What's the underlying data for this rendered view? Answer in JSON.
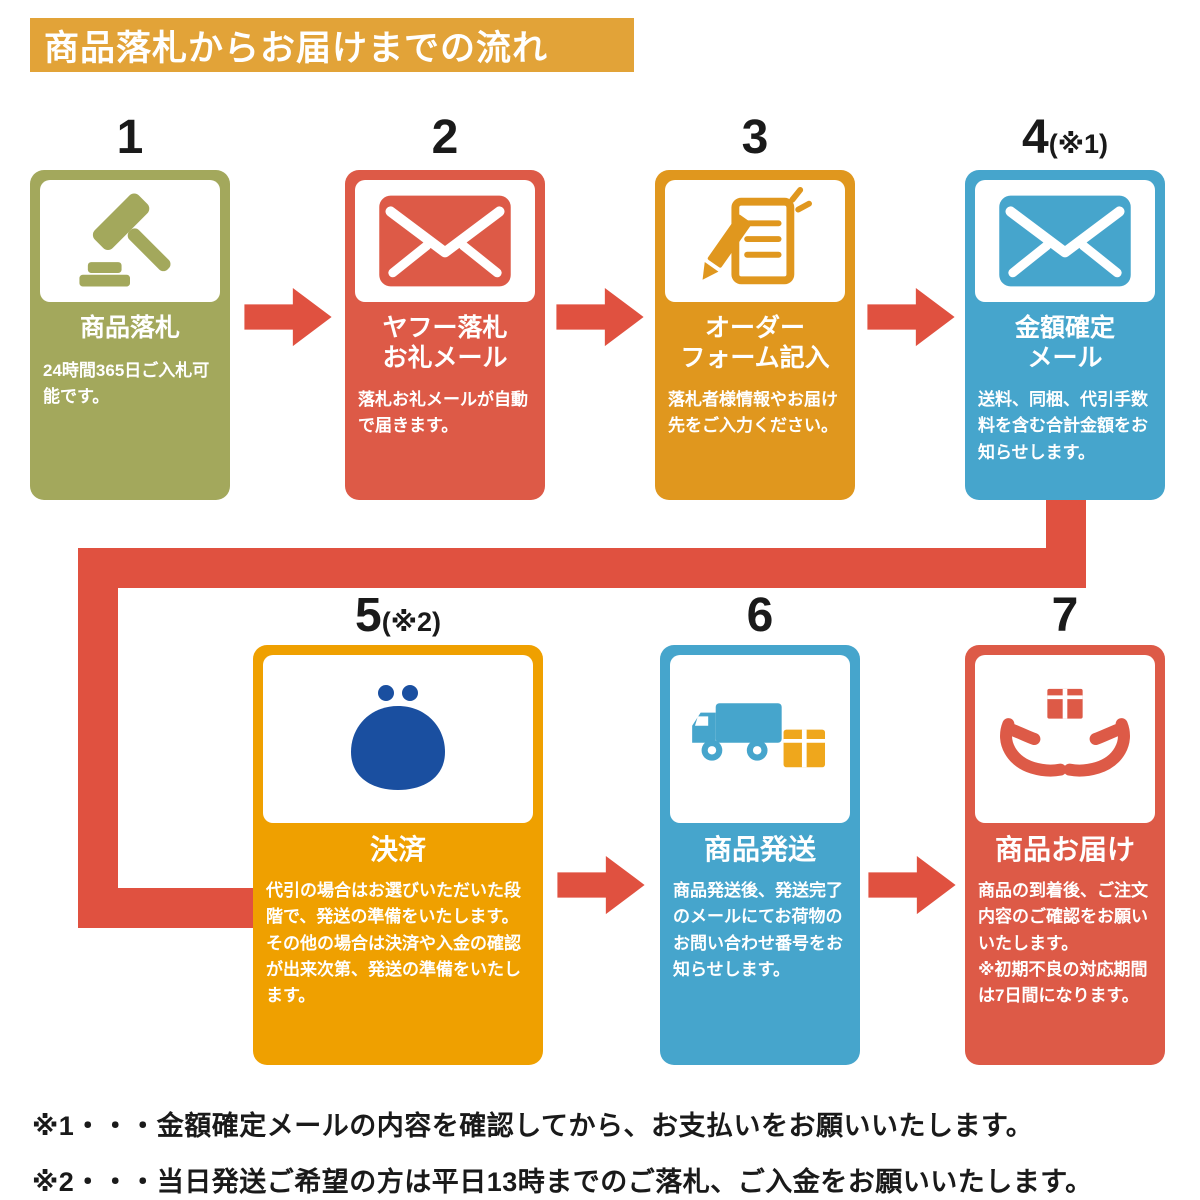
{
  "header": {
    "title": "商品落札からお届けまでの流れ"
  },
  "steps": [
    {
      "number": "1",
      "suffix": "",
      "icon": "auction-hammer-icon",
      "title": "商品落札",
      "desc": "24時間365日ご入札可能です。"
    },
    {
      "number": "2",
      "suffix": "",
      "icon": "thanks-mail-icon",
      "title": "ヤフー落札\nお礼メール",
      "desc": "落札お礼メールが自動で届きます。"
    },
    {
      "number": "3",
      "suffix": "",
      "icon": "order-form-icon",
      "title": "オーダー\nフォーム記入",
      "desc": "落札者様情報やお届け先をご入力ください。"
    },
    {
      "number": "4",
      "suffix": "(※1)",
      "icon": "price-mail-icon",
      "title": "金額確定\nメール",
      "desc": "送料、同梱、代引手数料を含む合計金額をお知らせします。"
    },
    {
      "number": "5",
      "suffix": "(※2)",
      "icon": "payment-purse-icon",
      "title": "決済",
      "desc": "代引の場合はお選びいただいた段階で、発送の準備をいたします。\nその他の場合は決済や入金の確認が出来次第、発送の準備をいたします。"
    },
    {
      "number": "6",
      "suffix": "",
      "icon": "shipping-truck-icon",
      "title": "商品発送",
      "desc": "商品発送後、発送完了のメールにてお荷物のお問い合わせ番号をお知らせします。"
    },
    {
      "number": "7",
      "suffix": "",
      "icon": "delivery-hands-icon",
      "title": "商品お届け",
      "desc": "商品の到着後、ご注文内容のご確認をお願いいたします。\n※初期不良の対応期間は7日間になります。"
    }
  ],
  "notes": [
    "※1・・・金額確定メールの内容を確認してから、お支払いをお願いいたします。",
    "※2・・・当日発送ご希望の方は平日13時までのご落札、ご入金をお願いいたします。"
  ],
  "colors": {
    "header-orange": "#E2A338",
    "olive": "#A3A85C",
    "coral": "#DD5A47",
    "orange": "#E0971E",
    "blue": "#46A5CC",
    "gold": "#EFA000",
    "arrow-red": "#E05140",
    "navy": "#1A4FA0",
    "box-orange": "#EFA71C",
    "ink": "#1A1A1A"
  }
}
